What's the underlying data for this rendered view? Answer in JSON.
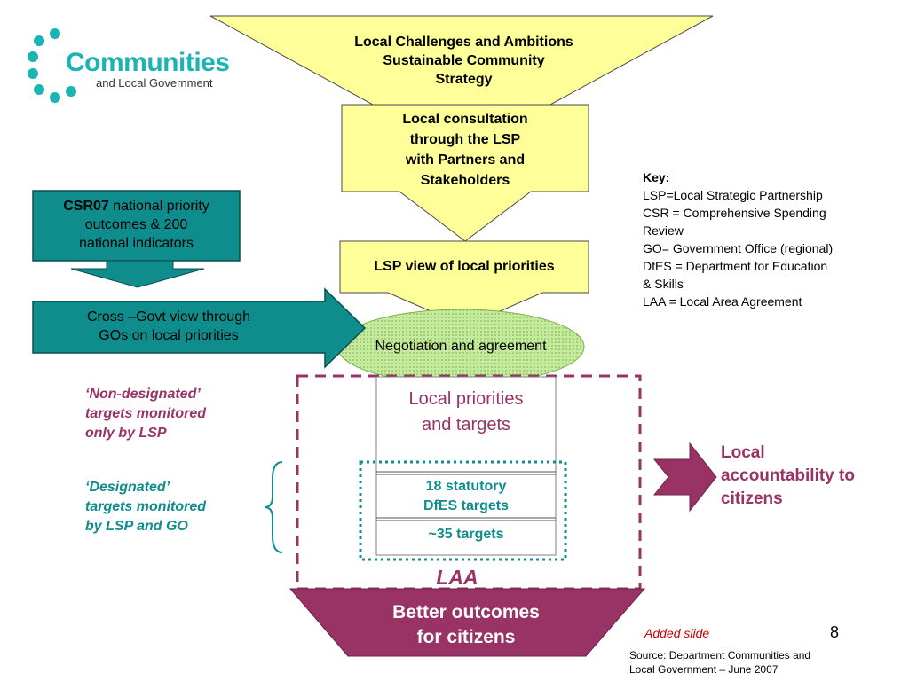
{
  "logo": {
    "name": "Communities",
    "sub": "and Local Government"
  },
  "funnel_top": {
    "lines": [
      "Local Challenges and Ambitions",
      "Sustainable Community",
      "Strategy"
    ]
  },
  "consultation": {
    "lines": [
      "Local consultation",
      "through the LSP",
      "with Partners and",
      "Stakeholders"
    ]
  },
  "lsp_view": {
    "label": "LSP view of local priorities"
  },
  "negotiation": {
    "label": "Negotiation and agreement"
  },
  "csr": {
    "bold": "CSR07",
    "rest": " national priority",
    "line2": "outcomes & 200",
    "line3": "national indicators"
  },
  "cross_govt": {
    "line1": "Cross –Govt view through",
    "line2": "GOs on local priorities"
  },
  "local_priorities": {
    "line1": "Local priorities",
    "line2": "and targets"
  },
  "statutory": {
    "line1": "18 statutory",
    "line2": "DfES targets"
  },
  "targets35": {
    "label": "~35 targets"
  },
  "laa": {
    "label": "LAA"
  },
  "better": {
    "line1": "Better outcomes",
    "line2": "for citizens"
  },
  "non_designated": {
    "lines": [
      "‘Non-designated’",
      "targets monitored",
      "only by LSP"
    ]
  },
  "designated": {
    "lines": [
      "‘Designated’",
      "targets monitored",
      "by LSP and GO"
    ]
  },
  "accountability": {
    "lines": [
      "Local",
      "accountability to",
      "citizens"
    ]
  },
  "key": {
    "title": "Key:",
    "lines": [
      "LSP=Local Strategic Partnership",
      "CSR = Comprehensive Spending",
      "Review",
      "GO= Government Office (regional)",
      "DfES = Department for Education",
      "& Skills",
      "LAA = Local Area Agreement"
    ]
  },
  "added_slide": "Added slide",
  "page_number": "8",
  "source": {
    "line1": "Source: Department Communities and",
    "line2": "Local Government – June 2007"
  },
  "colors": {
    "yellow": "#ffff99",
    "teal": "#0f8c8c",
    "plum": "#993366",
    "green": "#c6e8a0",
    "logo": "#1bb3b3"
  }
}
